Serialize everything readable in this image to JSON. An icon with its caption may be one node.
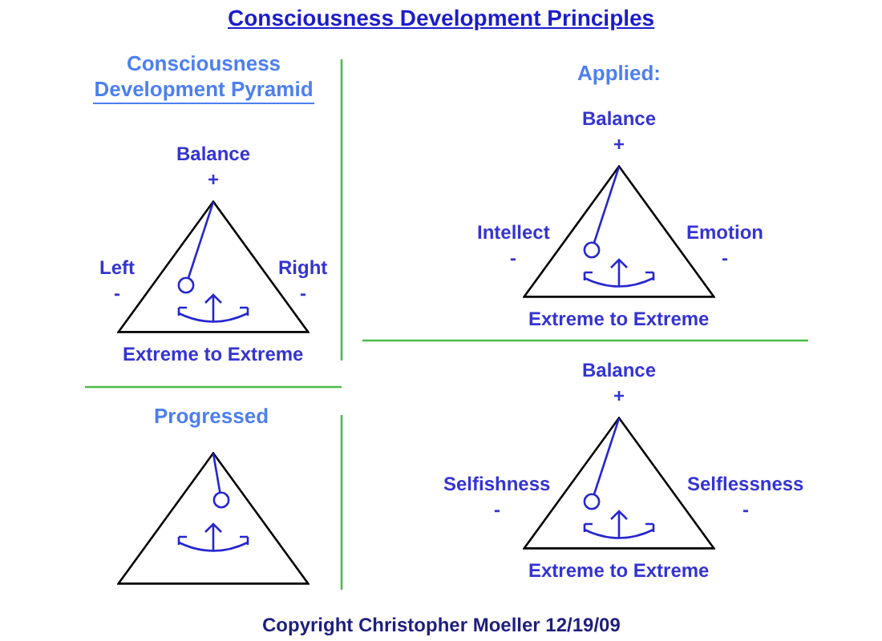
{
  "diagram": {
    "title": "Consciousness Development Principles",
    "caption": "Copyright Christopher Moeller 12/19/09",
    "nodes": [
      {
        "text": [],
        "shape": "triangle",
        "beside": [
          "Balance",
          "+",
          "Left",
          "-",
          "Right",
          "-",
          "Extreme to Extreme"
        ]
      },
      {
        "text": [],
        "shape": "triangle",
        "beside": [
          "Balance",
          "+",
          "Intellect",
          "-",
          "Emotion",
          "-",
          "Extreme to Extreme"
        ]
      },
      {
        "text": [],
        "shape": "triangle"
      },
      {
        "text": [],
        "shape": "triangle",
        "beside": [
          "Balance",
          "+",
          "Selfishness",
          "-",
          "Selflessness",
          "-",
          "Extreme to Extreme"
        ]
      }
    ],
    "labels": [
      "Consciousness Development Pyramid",
      "Applied:",
      "Progressed"
    ]
  }
}
